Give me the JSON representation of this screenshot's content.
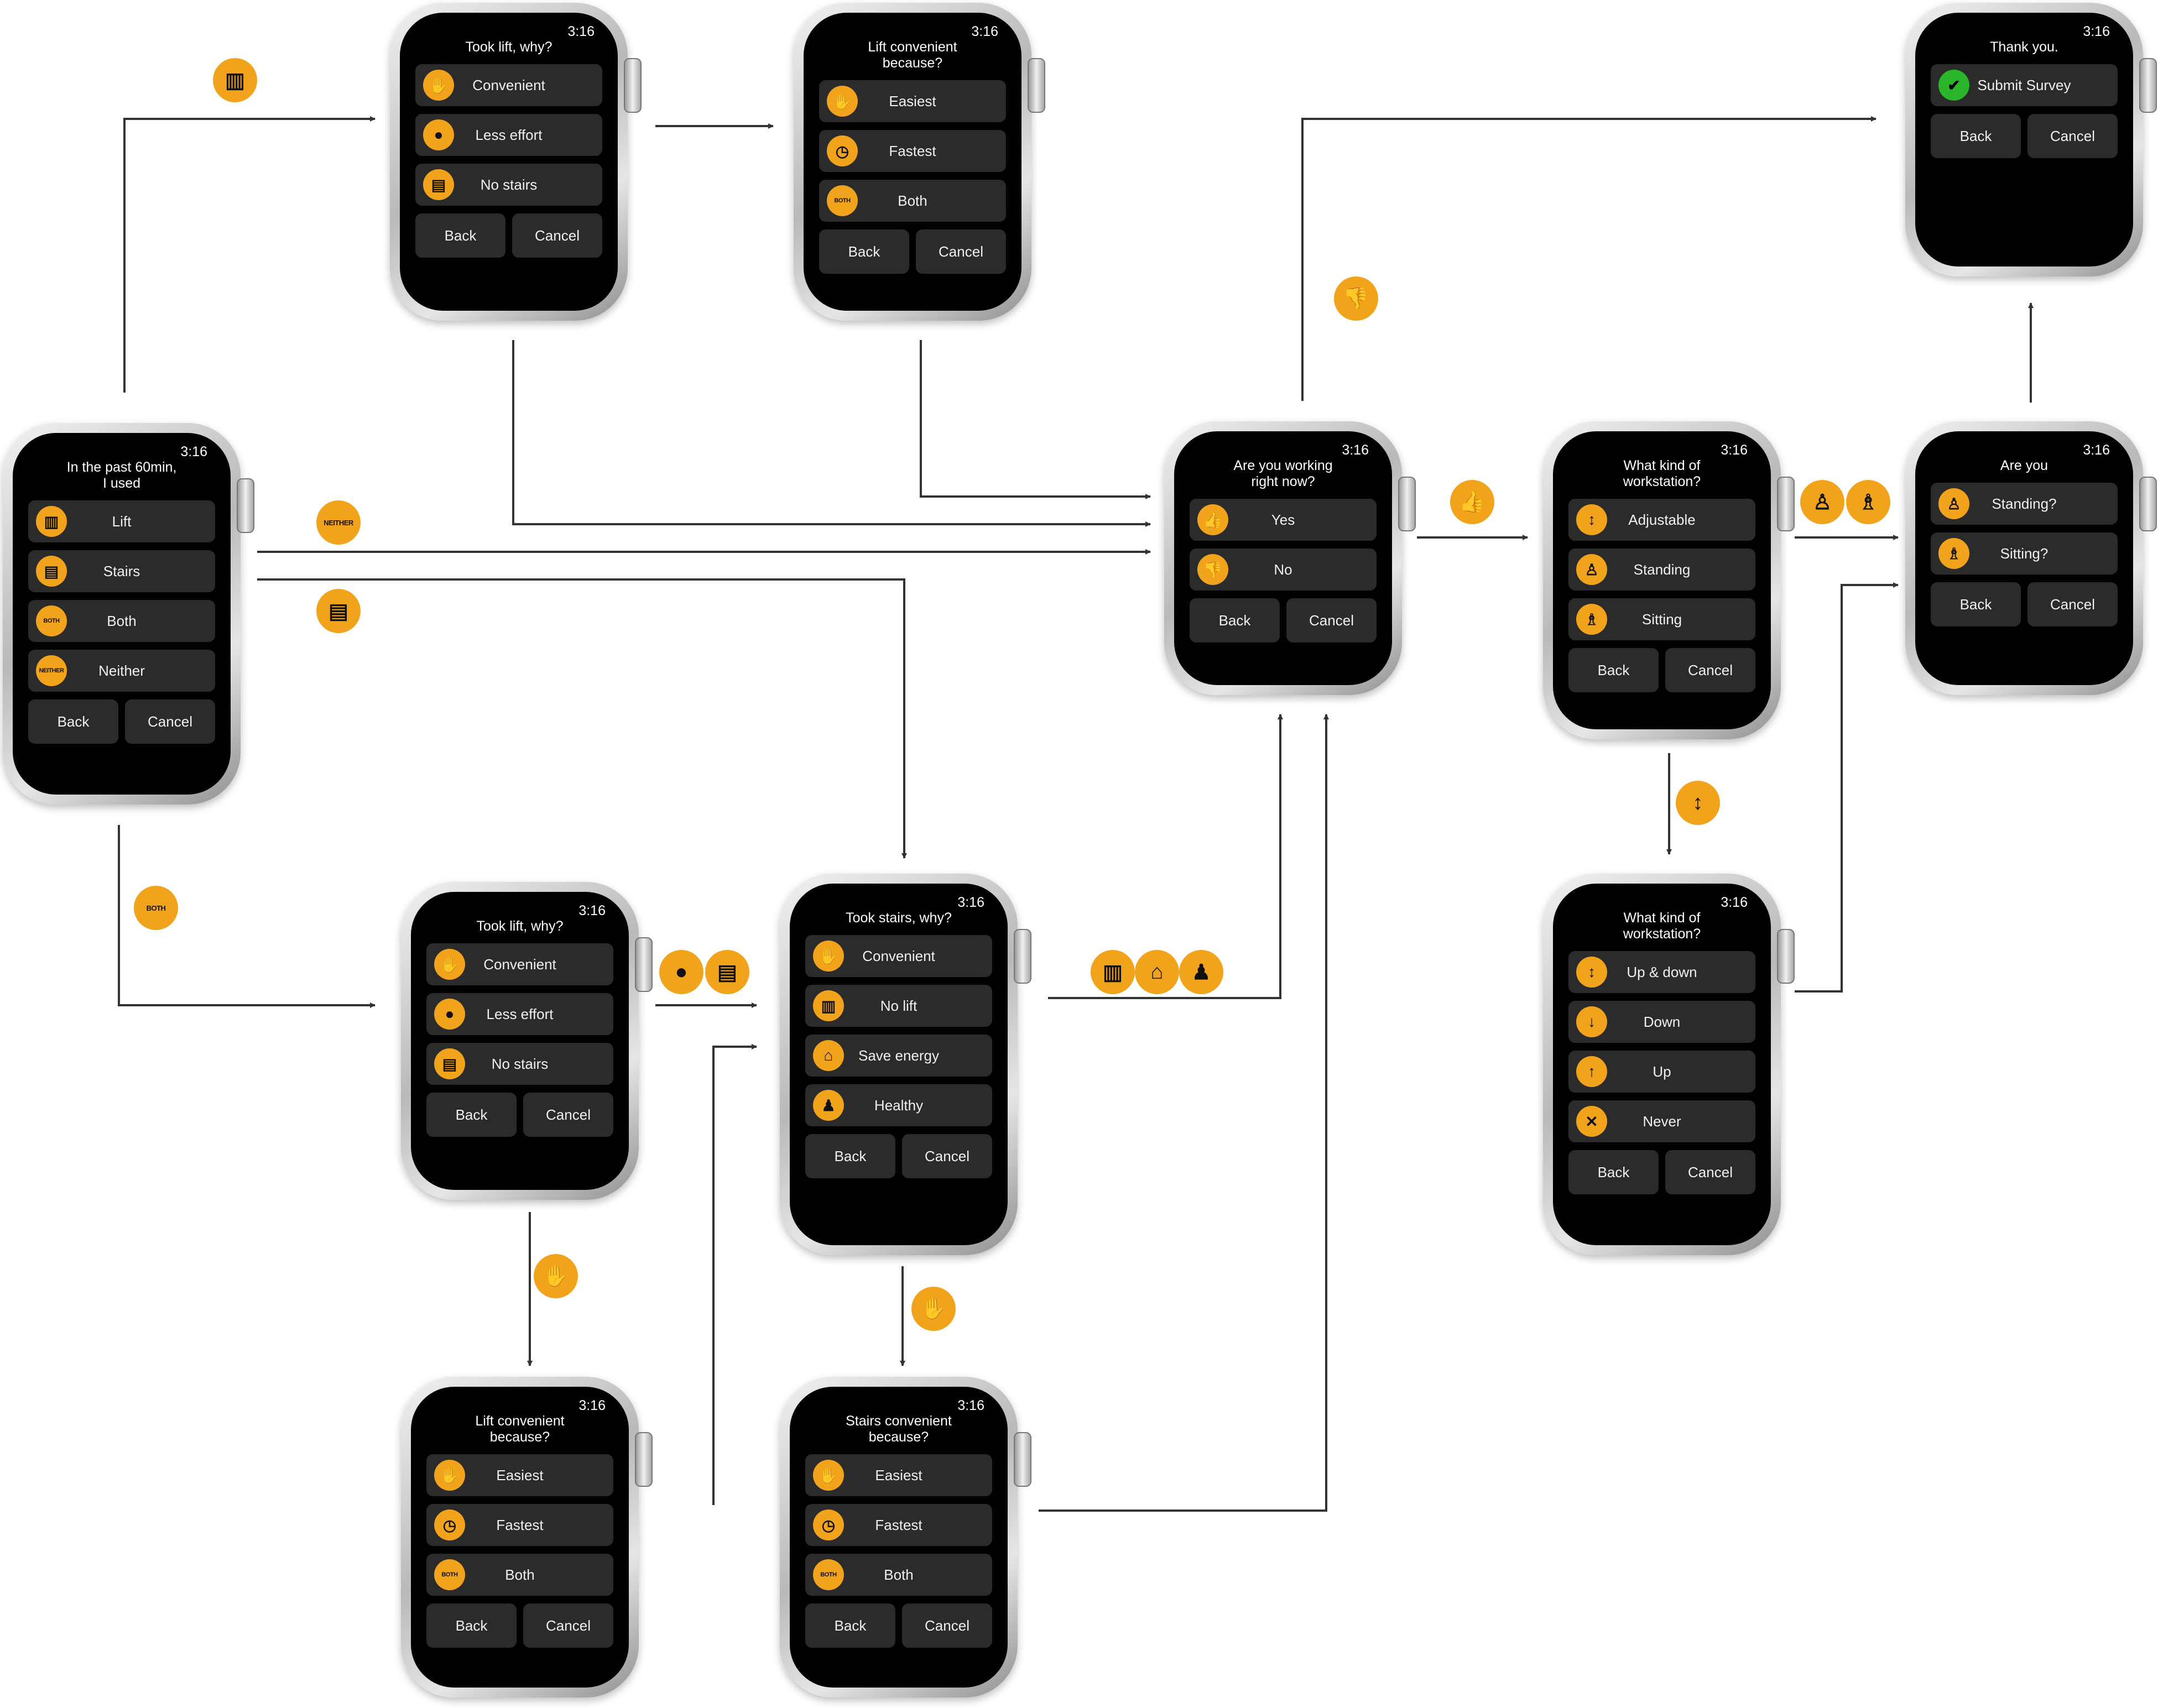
{
  "colors": {
    "accent": "#f2a31c",
    "screen": "#000000",
    "button": "#2b2b2b",
    "check": "#2ab52a",
    "connector": "#333333"
  },
  "watches": {
    "w1": {
      "time": "3:16",
      "title": "In the past 60min,\nI used",
      "options": [
        {
          "label": "Lift",
          "icon": "lift-icon"
        },
        {
          "label": "Stairs",
          "icon": "stairs-icon"
        },
        {
          "label": "Both",
          "icon": "both-badge"
        },
        {
          "label": "Neither",
          "icon": "neither-badge"
        }
      ],
      "back": "Back",
      "cancel": "Cancel"
    },
    "w2": {
      "time": "3:16",
      "title": "Took lift, why?",
      "options": [
        {
          "label": "Convenient",
          "icon": "hand-icon"
        },
        {
          "label": "Less effort",
          "icon": "person-icon"
        },
        {
          "label": "No stairs",
          "icon": "stairs-icon"
        }
      ],
      "back": "Back",
      "cancel": "Cancel"
    },
    "w3": {
      "time": "3:16",
      "title": "Lift convenient\nbecause?",
      "options": [
        {
          "label": "Easiest",
          "icon": "hand-icon"
        },
        {
          "label": "Fastest",
          "icon": "stopwatch-icon"
        },
        {
          "label": "Both",
          "icon": "both-badge"
        }
      ],
      "back": "Back",
      "cancel": "Cancel"
    },
    "w4": {
      "time": "3:16",
      "title": "Thank you.",
      "options": [
        {
          "label": "Submit Survey",
          "icon": "check-icon"
        }
      ],
      "back": "Back",
      "cancel": "Cancel"
    },
    "w5": {
      "time": "3:16",
      "title": "Are you working\nright now?",
      "options": [
        {
          "label": "Yes",
          "icon": "thumbs-up-icon"
        },
        {
          "label": "No",
          "icon": "thumbs-down-icon"
        }
      ],
      "back": "Back",
      "cancel": "Cancel"
    },
    "w6": {
      "time": "3:16",
      "title": "What kind of\nworkstation?",
      "options": [
        {
          "label": "Adjustable",
          "icon": "up-down-arrow-icon"
        },
        {
          "label": "Standing",
          "icon": "standing-person-icon"
        },
        {
          "label": "Sitting",
          "icon": "sitting-person-icon"
        }
      ],
      "back": "Back",
      "cancel": "Cancel"
    },
    "w7": {
      "time": "3:16",
      "title": "Are you",
      "options": [
        {
          "label": "Standing?",
          "icon": "standing-person-icon"
        },
        {
          "label": "Sitting?",
          "icon": "sitting-person-icon"
        }
      ],
      "back": "Back",
      "cancel": "Cancel"
    },
    "w8": {
      "time": "3:16",
      "title": "Took lift, why?",
      "options": [
        {
          "label": "Convenient",
          "icon": "hand-icon"
        },
        {
          "label": "Less effort",
          "icon": "person-icon"
        },
        {
          "label": "No stairs",
          "icon": "stairs-icon"
        }
      ],
      "back": "Back",
      "cancel": "Cancel"
    },
    "w9": {
      "time": "3:16",
      "title": "Took stairs, why?",
      "options": [
        {
          "label": "Convenient",
          "icon": "hand-icon"
        },
        {
          "label": "No lift",
          "icon": "lift-icon"
        },
        {
          "label": "Save energy",
          "icon": "house-icon"
        },
        {
          "label": "Healthy",
          "icon": "walking-person-icon"
        }
      ],
      "back": "Back",
      "cancel": "Cancel"
    },
    "w10": {
      "time": "3:16",
      "title": "What kind of\nworkstation?",
      "options": [
        {
          "label": "Up & down",
          "icon": "up-down-arrow-icon"
        },
        {
          "label": "Down",
          "icon": "down-arrow-icon"
        },
        {
          "label": "Up",
          "icon": "up-arrow-icon"
        },
        {
          "label": "Never",
          "icon": "x-icon"
        }
      ],
      "back": "Back",
      "cancel": "Cancel"
    },
    "w11": {
      "time": "3:16",
      "title": "Lift convenient\nbecause?",
      "options": [
        {
          "label": "Easiest",
          "icon": "hand-icon"
        },
        {
          "label": "Fastest",
          "icon": "stopwatch-icon"
        },
        {
          "label": "Both",
          "icon": "both-badge"
        }
      ],
      "back": "Back",
      "cancel": "Cancel"
    },
    "w12": {
      "time": "3:16",
      "title": "Stairs convenient\nbecause?",
      "options": [
        {
          "label": "Easiest",
          "icon": "hand-icon"
        },
        {
          "label": "Fastest",
          "icon": "stopwatch-icon"
        },
        {
          "label": "Both",
          "icon": "both-badge"
        }
      ],
      "back": "Back",
      "cancel": "Cancel"
    }
  },
  "badges": {
    "lift": {
      "icon": "lift-icon"
    },
    "neither": {
      "text": "NEITHER",
      "icon": "neither-badge"
    },
    "stairs": {
      "icon": "stairs-icon"
    },
    "both": {
      "text": "BOTH",
      "icon": "both-badge"
    },
    "thumbs_down": {
      "icon": "thumbs-down-icon"
    },
    "thumbs_up": {
      "icon": "thumbs-up-icon"
    },
    "standing": {
      "icon": "standing-person-icon"
    },
    "sitting": {
      "icon": "sitting-person-icon"
    },
    "adjustable": {
      "icon": "up-down-arrow-icon"
    },
    "less_effort": {
      "icon": "person-icon"
    },
    "no_stairs": {
      "icon": "stairs-icon"
    },
    "convenient_a": {
      "icon": "hand-icon"
    },
    "convenient_b": {
      "icon": "hand-icon"
    },
    "no_lift": {
      "icon": "lift-icon"
    },
    "save_energy": {
      "icon": "house-icon"
    },
    "healthy": {
      "icon": "walking-person-icon"
    }
  }
}
